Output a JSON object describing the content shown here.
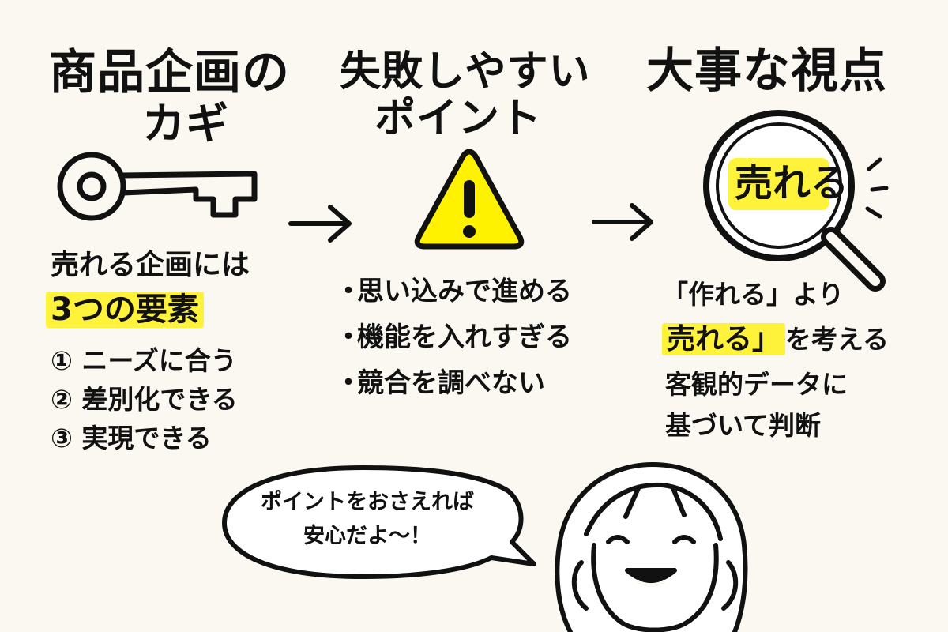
{
  "titles": {
    "left_line1": "商品企画の",
    "left_line2": "カギ",
    "center_line1": "失敗しやすい",
    "center_line2": "ポイント",
    "right": "大事な視点"
  },
  "key_section": {
    "lead": "売れる企画には",
    "highlight": "3つの要素",
    "items": [
      "① ニーズに合う",
      "② 差別化できる",
      "③ 実現できる"
    ]
  },
  "fail_section": {
    "warning_symbol": "!",
    "items": [
      "思い込みで進める",
      "機能を入れすぎる",
      "競合を調べない"
    ]
  },
  "viewpoint_section": {
    "magnifier_label": "売れる",
    "line1": "「作れる」より",
    "line2_highlight": "売れる」",
    "line2_rest": "を考える",
    "line3": "客観的データに",
    "line4": "基づいて判断"
  },
  "speech_bubble": {
    "line1": "ポイントをおさえれば",
    "line2": "安心だよ〜！"
  },
  "colors": {
    "highlight": "#fff23a",
    "warning_fill": "#fff200",
    "ink": "#111111",
    "background": "#faf8f1"
  },
  "icons": [
    "key-icon",
    "arrow-right-icon",
    "warning-icon",
    "magnifier-icon",
    "speech-bubble",
    "girl-character"
  ]
}
